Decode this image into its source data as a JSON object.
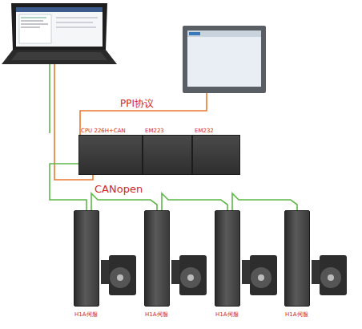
{
  "diagram": {
    "nodes": [
      {
        "text": [
          "CPU 226H+CAN"
        ]
      },
      {
        "text": [
          "EM223"
        ]
      },
      {
        "text": [
          "EM232"
        ]
      },
      {
        "text": [
          "H1A伺服"
        ]
      },
      {
        "text": [
          "H1A伺服"
        ]
      },
      {
        "text": [
          "H1A伺服"
        ]
      },
      {
        "text": [
          "H1A伺服"
        ]
      }
    ],
    "edges": [
      {
        "from": 0,
        "to": 3,
        "arrow": "none",
        "label": "CANopen"
      },
      {
        "from": 3,
        "to": 4,
        "arrow": "none"
      },
      {
        "from": 4,
        "to": 5,
        "arrow": "none"
      },
      {
        "from": 5,
        "to": 6,
        "arrow": "none"
      }
    ],
    "labels": [
      "PPI协议"
    ]
  }
}
